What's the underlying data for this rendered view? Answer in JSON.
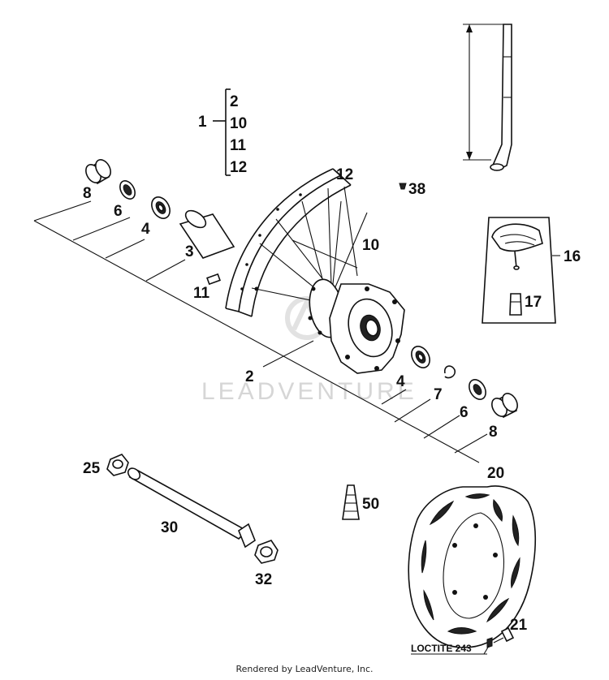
{
  "watermark": "LEADVENTURE",
  "footer": "Rendered by LeadVenture, Inc.",
  "loctite_label": "LOCTITE 243",
  "callouts": {
    "assembly_1": "1",
    "assembly_2": "2",
    "assembly_10": "10",
    "assembly_11": "11",
    "assembly_12": "12",
    "p8a": "8",
    "p6a": "6",
    "p4a": "4",
    "p3": "3",
    "p11": "11",
    "p12": "12",
    "p38": "38",
    "p10": "10",
    "p16": "16",
    "p17": "17",
    "p2": "2",
    "p4b": "4",
    "p7": "7",
    "p6b": "6",
    "p8b": "8",
    "p25": "25",
    "p30": "30",
    "p32": "32",
    "p50": "50",
    "p20": "20",
    "p21": "21"
  }
}
